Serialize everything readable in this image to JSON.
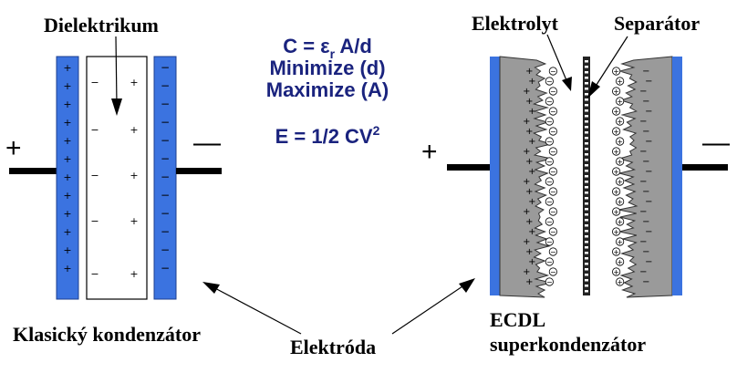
{
  "labels": {
    "dielektrikum": "Dielektrikum",
    "elektrolyt": "Elektrolyt",
    "separator": "Separátor",
    "klasicky": "Klasický kondenzátor",
    "elektroda": "Elektróda",
    "ecdl_line1": "ECDL",
    "ecdl_line2": "superkondenzátor"
  },
  "formulas": {
    "c_prefix": "C = ε",
    "c_sub": "r",
    "c_suffix": " A/d",
    "minimize": "Minimize (d)",
    "maximize": "Maximize (A)",
    "e_prefix": "E = 1/2 CV",
    "e_sup": "2"
  },
  "symbols": {
    "plus": "+",
    "minus": "−",
    "plus_terminal": "+",
    "minus_terminal": "—"
  },
  "colors": {
    "electrode_blue": "#3b73e0",
    "formula_navy": "#1a237e",
    "ecdl_gray": "#9a9a9a"
  }
}
